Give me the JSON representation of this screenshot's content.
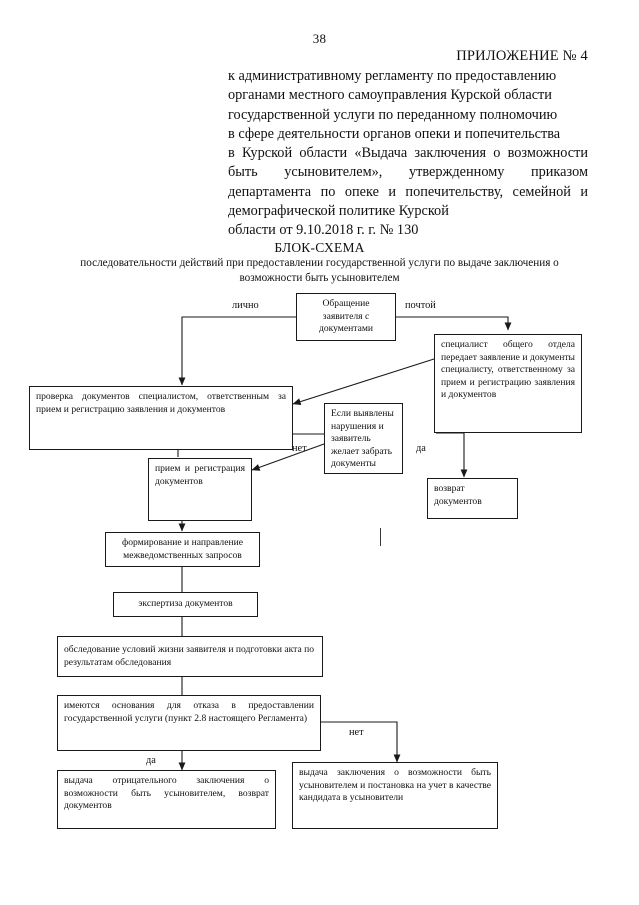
{
  "document": {
    "page_number": "38",
    "appendix_title": "ПРИЛОЖЕНИЕ № 4",
    "intro_lines": [
      "к административному регламенту по предоставлению",
      "органами местного самоуправления Курской области",
      "государственной услуги по переданному полномочию",
      "в сфере деятельности органов опеки и попечительства",
      "в Курской области «Выдача заключения о возможности быть усыновителем», утвержденному приказом департамента по опеке и попечительству, семейной и демографической политике Курской",
      "области от 9.10.2018 г. г. № 130"
    ],
    "chart_title": "БЛОК-СХЕМА",
    "chart_subtitle": "последовательности действий при предоставлении государственной услуги по выдаче заключения о возможности быть усыновителем"
  },
  "flowchart": {
    "nodes": {
      "application": "Обращение заявителя с документами",
      "general_dept_specialist": "специалист общего отдела передает заявление и документы специалисту, ответственному за прием и регистрацию заявления и документов",
      "document_check": "проверка документов специалистом, ответственным за прием и регистрацию заявления и документов",
      "violation_condition": "Если выявлены нарушения и заявитель желает забрать документы",
      "accept_register": "прием и регистрация документов",
      "return_documents": "возврат документов",
      "interdepartmental_requests": "формирование и направление межведомственных запросов",
      "document_expertise": "экспертиза документов",
      "living_conditions_survey": "обследование условий жизни заявителя и подготовки акта по результатам обследования",
      "refusal_grounds": "имеются основания для отказа в предоставлении государственной услуги (пункт 2.8 настоящего Регламента)",
      "negative_conclusion": "выдача отрицательного заключения о возможности быть усыновителем, возврат документов",
      "positive_conclusion": "выдача заключения о возможности быть усыновителем и постановка на учет в качестве кандидата в усыновители"
    },
    "edge_labels": {
      "in_person": "лично",
      "by_mail": "почтой",
      "no_violation": "нет",
      "yes_violation": "да",
      "yes_refusal": "да",
      "no_refusal": "нет"
    }
  }
}
